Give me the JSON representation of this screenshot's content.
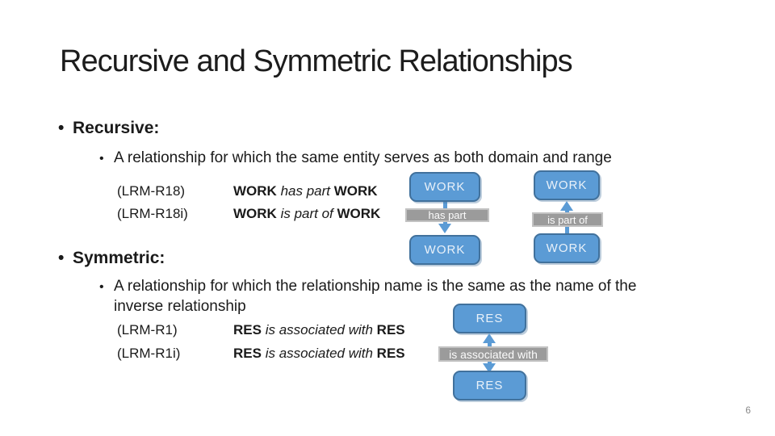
{
  "title": "Recursive and Symmetric Relationships",
  "page_number": "6",
  "colors": {
    "entity_box_fill": "#5B9BD5",
    "entity_box_border": "#41719C",
    "relation_bar_fill": "#9B9B9B",
    "relation_bar_border": "#C2C2C2",
    "arrow": "#5B9BD5",
    "text": "#1a1a1a",
    "page_number": "#8a8a8a"
  },
  "recursive": {
    "heading": "Recursive:",
    "description": "A relationship for which the same entity serves as both domain and range",
    "examples": [
      {
        "id": "(LRM-R18)",
        "subject": "WORK",
        "relation": "has part",
        "object": "WORK"
      },
      {
        "id": "(LRM-R18i)",
        "subject": "WORK",
        "relation": "is part of",
        "object": "WORK"
      }
    ],
    "diagrams": [
      {
        "top": "WORK",
        "label": "has part",
        "bottom": "WORK",
        "direction": "down"
      },
      {
        "top": "WORK",
        "label": "is part of",
        "bottom": "WORK",
        "direction": "up"
      }
    ]
  },
  "symmetric": {
    "heading": "Symmetric:",
    "description_line1": "A relationship for which the relationship name is the same as the name of the",
    "description_line2": "inverse relationship",
    "examples": [
      {
        "id": "(LRM-R1)",
        "subject": "RES",
        "relation": "is associated with",
        "object": "RES"
      },
      {
        "id": "(LRM-R1i)",
        "subject": "RES",
        "relation": "is associated with",
        "object": "RES"
      }
    ],
    "diagram": {
      "top": "RES",
      "label": "is associated with",
      "bottom": "RES",
      "direction": "both"
    }
  }
}
